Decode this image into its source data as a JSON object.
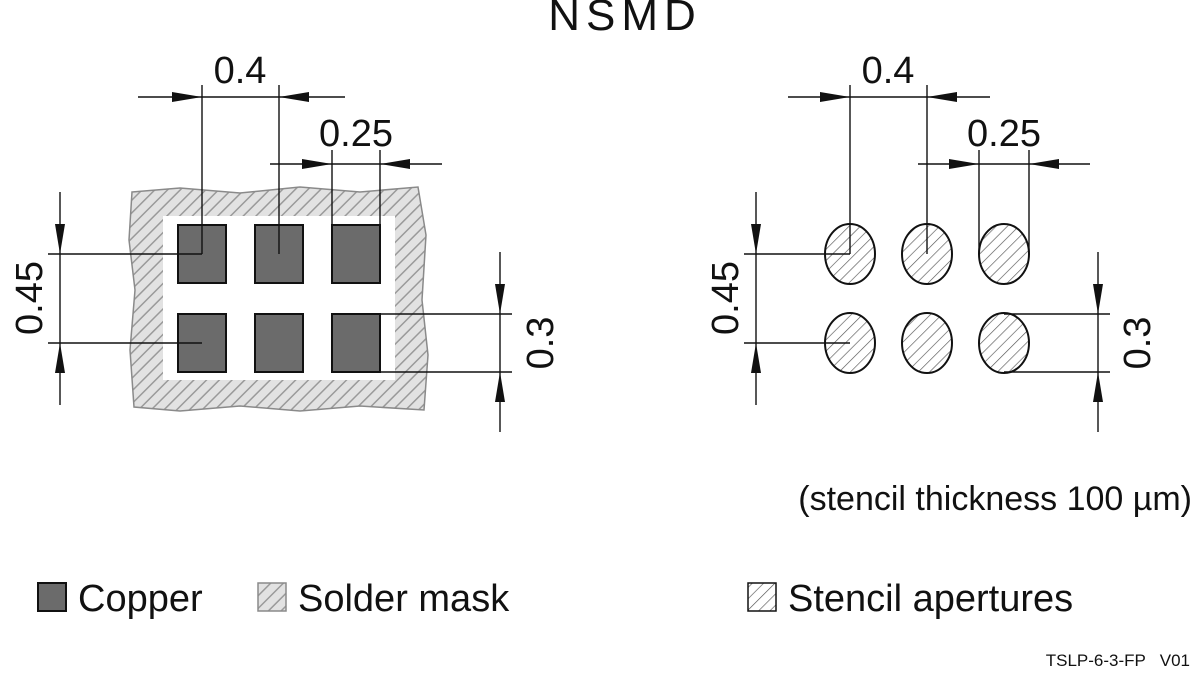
{
  "title": "NSMD",
  "dimensions": {
    "pitch": "0.4",
    "pad_width": "0.25",
    "row_pitch": "0.45",
    "pad_height": "0.3"
  },
  "stencil_note": "(stencil thickness 100 µm)",
  "legend": {
    "copper": "Copper",
    "solder_mask": "Solder mask",
    "stencil_apertures": "Stencil apertures"
  },
  "drawing_code": "TSLP-6-3-FP   V01",
  "colors": {
    "copper": "#6b6b6b",
    "solder_mask": "#d0d0d0",
    "outline": "#111111"
  }
}
